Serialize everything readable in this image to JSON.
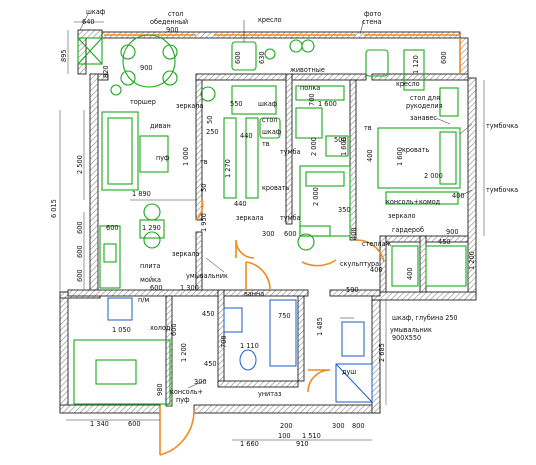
{
  "labels": {
    "shkaf_top": "шкаф",
    "stol_obedenny": "стол",
    "stol_obedenny_2": "обеденный",
    "kreslo_top": "кресло",
    "foto_stena": "фото",
    "foto_stena_2": "стена",
    "torsher": "торшер",
    "zhivotnye": "животные",
    "kreslo_right": "кресло",
    "stol_rukodelia": "стол для",
    "stol_rukodelia_2": "рукоделия",
    "zerkala_1": "зеркала",
    "shkaf_mid": "шкаф",
    "polka": "полка",
    "divan": "диван",
    "zanaves": "занавес",
    "tumbochka_1": "тумбочка",
    "stol_mid": "стол",
    "shkaf_mid2": "шкаф",
    "tv_1": "тв",
    "tv_2": "тв",
    "tv_3": "тв",
    "puf_1": "пуф",
    "tumba_1": "тумба",
    "krovat_1": "кровать",
    "krovat_2": "кровать",
    "tumbochka_2": "тумбочка",
    "konsol_komod": "консоль+комод",
    "tumba_2": "тумба",
    "zerkala_2": "зеркала",
    "zerkalo": "зеркало",
    "garderob": "гардероб",
    "zerkala_3": "зеркала",
    "stellazh": "стеллаж",
    "plita": "плита",
    "skulptura": "скульптура",
    "moika": "мойка",
    "pm": "п/м",
    "holod": "холод.",
    "umyvalnik_1": "умывальник",
    "vanna": "ванна",
    "shkaf_glubina": "шкаф, глубина 250",
    "umyvalnik_2": "умывальник",
    "umyvalnik_2_size": "900Х550",
    "unitaz": "унитаз",
    "dush": "душ",
    "konsol_puf": "консоль+",
    "konsol_puf_2": "пуф"
  },
  "dimensions": {
    "d640": "640",
    "d895": "895",
    "d900_table": "900",
    "d900_top": "900",
    "d820": "820",
    "d600_a": "600",
    "d1120": "1 120",
    "d630": "630",
    "d550": "550",
    "d250": "250",
    "d50": "50",
    "d440": "440",
    "d1270": "1 270",
    "d1000_puf": "1 000",
    "d1890": "1 890",
    "d2500": "2 500",
    "d6015": "6 015",
    "d600_left1": "600",
    "d600_left2": "600",
    "d600_left3": "600",
    "d1290": "1 290",
    "d1950": "1 950",
    "d440_b": "440",
    "d300_a": "300",
    "d600_mid": "600",
    "d1600_a": "1 600",
    "d700": "700",
    "d500": "500",
    "d1600_b": "1 600",
    "d1600_c": "1 600",
    "d2000_a": "2 000",
    "d2000_b": "2 000",
    "d2000_c": "2 000",
    "d350": "350",
    "d400_a": "400",
    "d400_b": "400",
    "d400_c": "400",
    "d400_d": "400",
    "d600_r": "600",
    "d450_r": "450",
    "d900_r": "900",
    "d1200": "1 200",
    "d400_e": "400",
    "d2685": "2 685",
    "d1300": "1 300",
    "d600_b": "600",
    "d450_a": "450",
    "d750": "750",
    "d1485": "1 485",
    "d590": "590",
    "d1050": "1 050",
    "d600_c": "600",
    "d1110": "1 110",
    "d450_b": "450",
    "d700_b": "700",
    "d300_b": "300",
    "d1200_b": "1 200",
    "d980": "980",
    "d1340": "1 340",
    "d600_bot": "600",
    "d1660": "1 660",
    "d100": "100",
    "d200": "200",
    "d1510": "1 510",
    "d300_bot": "300",
    "d800": "800",
    "d910": "910"
  },
  "colors": {
    "wall": "#222222",
    "furniture": "#1aa81a",
    "fixtures": "#1a5cc7",
    "window_door": "#f08a1e",
    "hatch": "#8a8a8a"
  }
}
